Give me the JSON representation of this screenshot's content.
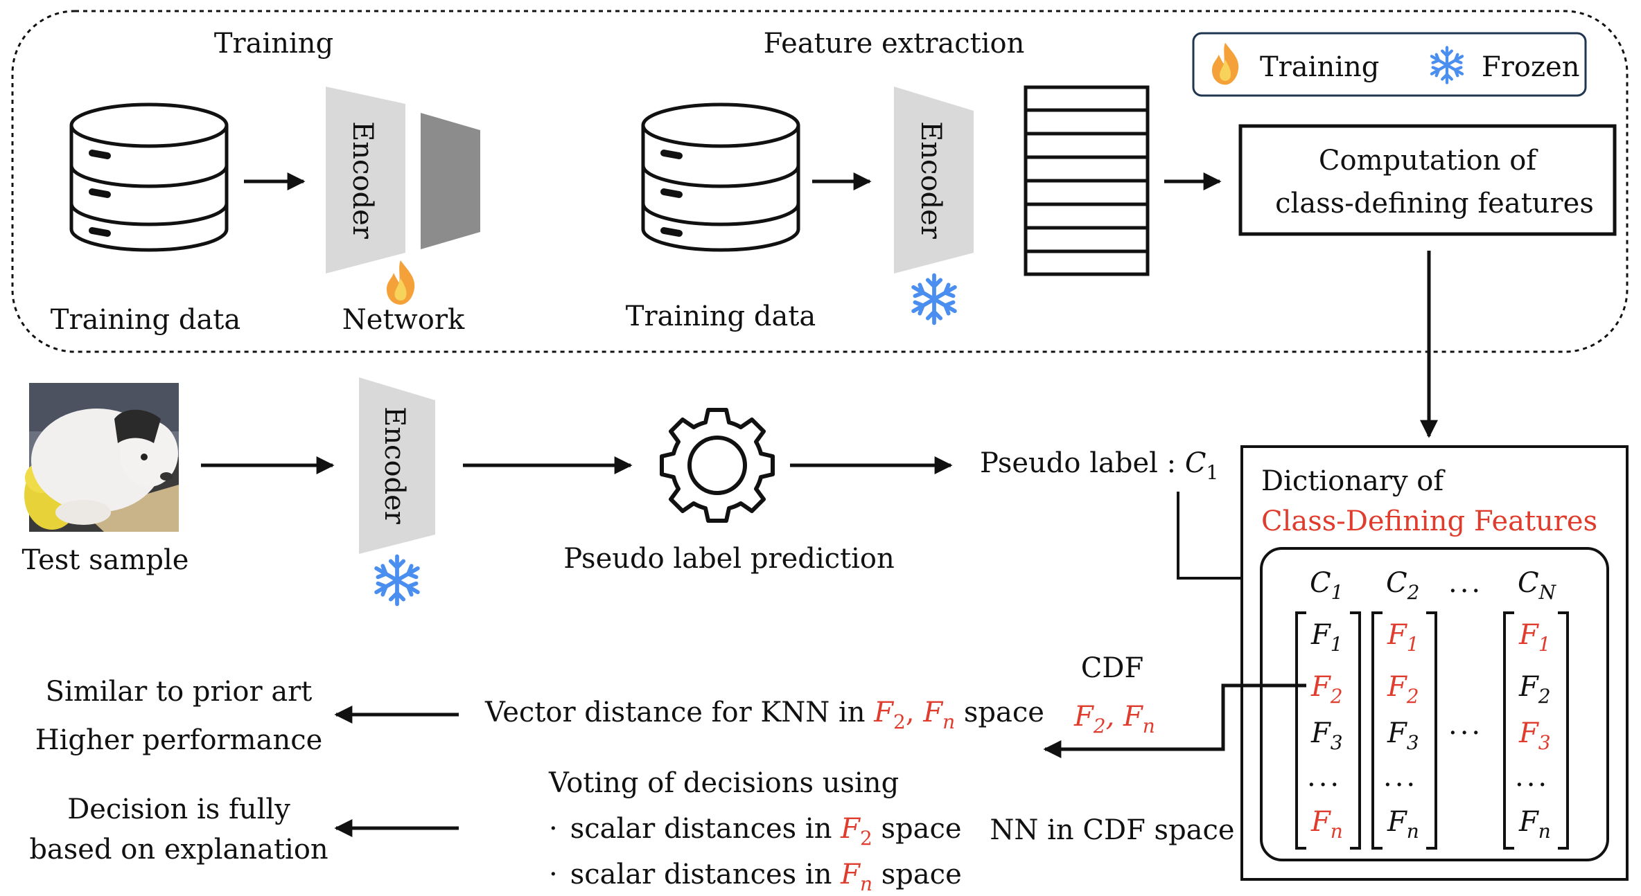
{
  "colors": {
    "accent_red": "#e03c2d",
    "snow_blue": "#4a8ef0",
    "flame_orange": "#f5a13a",
    "encoder_fill": "#d9d9d9",
    "head_fill": "#8c8c8c",
    "legend_border": "#1f3550"
  },
  "top": {
    "training_title": "Training",
    "feature_extraction_title": "Feature extraction",
    "training_data_1": "Training data",
    "training_data_2": "Training data",
    "network": "Network",
    "encoder": "Encoder",
    "computation_line1": "Computation of",
    "computation_line2": "class-defining features"
  },
  "legend": {
    "training": "Training",
    "frozen": "Frozen",
    "training_icon": "flame-icon",
    "frozen_icon": "snowflake-icon"
  },
  "middle": {
    "test_sample": "Test sample",
    "encoder": "Encoder",
    "pseudo_label_prediction": "Pseudo label prediction",
    "pseudo_label_prefix": "Pseudo label : ",
    "pseudo_label_sym": "C",
    "pseudo_label_sub": "1"
  },
  "dictionary": {
    "title_line1": "Dictionary of",
    "title_line2": "Class-Defining Features",
    "dots": "...",
    "headers": [
      {
        "sym": "C",
        "sub": "1"
      },
      {
        "sym": "C",
        "sub": "2"
      },
      {
        "sym": "C",
        "sub": "N"
      }
    ],
    "col1": [
      {
        "sym": "F",
        "sub": "1",
        "red": false
      },
      {
        "sym": "F",
        "sub": "2",
        "red": true
      },
      {
        "sym": "F",
        "sub": "3",
        "red": false
      },
      {
        "sym": "F",
        "sub": "n",
        "red": true
      }
    ],
    "col2": [
      {
        "sym": "F",
        "sub": "1",
        "red": true
      },
      {
        "sym": "F",
        "sub": "2",
        "red": true
      },
      {
        "sym": "F",
        "sub": "3",
        "red": false
      },
      {
        "sym": "F",
        "sub": "n",
        "red": false
      }
    ],
    "col3": [
      {
        "sym": "F",
        "sub": "1",
        "red": true
      },
      {
        "sym": "F",
        "sub": "2",
        "red": false
      },
      {
        "sym": "F",
        "sub": "3",
        "red": true
      },
      {
        "sym": "F",
        "sub": "n",
        "red": false
      }
    ]
  },
  "bottom": {
    "cdf": "CDF",
    "cdf_f_sym": "F",
    "cdf_f2_sub": "2",
    "cdf_comma": ", ",
    "cdf_fn_sub": "n",
    "nn_cdf": "NN in CDF space",
    "vector_prefix": "Vector distance for KNN in ",
    "vector_suffix": " space",
    "similar": "Similar to prior art",
    "higher": "Higher performance",
    "voting": "Voting of decisions using",
    "bullet": "·",
    "scalar_prefix": "scalar distances in ",
    "scalar_suffix": " space",
    "sub_2": "2",
    "sub_n": "n",
    "decision_line1": "Decision is fully",
    "decision_line2": "based on explanation"
  }
}
